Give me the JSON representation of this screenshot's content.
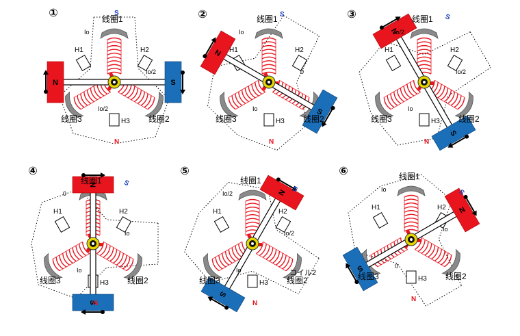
{
  "diagram": {
    "panels": [
      {
        "number": "①",
        "coil_labels": [
          "线圈1",
          "线圈3",
          "线圈2"
        ],
        "sensor_labels": [
          "H1",
          "H2",
          "H3"
        ],
        "magnet_a": "N",
        "magnet_b": "S",
        "current_labels": [
          "Io",
          "Io/2",
          "Io/2"
        ],
        "field_labels": [
          "S",
          "N"
        ]
      },
      {
        "number": "②",
        "coil_labels": [
          "线圈1",
          "线圈3",
          "线圈2"
        ],
        "sensor_labels": [
          "H1",
          "H2",
          "H3"
        ],
        "magnet_a": "N",
        "magnet_b": "S",
        "current_labels": [
          "Io",
          "Io",
          "0"
        ],
        "field_labels": [
          "S",
          "N"
        ]
      },
      {
        "number": "③",
        "coil_labels": [
          "线圈1",
          "线圈3",
          "线圈2"
        ],
        "sensor_labels": [
          "H1",
          "H2",
          "H3"
        ],
        "magnet_a": "N",
        "magnet_b": "S",
        "current_labels": [
          "Io/2",
          "Io",
          "Io/2"
        ],
        "field_labels": [
          "S",
          "N"
        ]
      },
      {
        "number": "④",
        "coil_labels": [
          "线圈1",
          "线圈3",
          "线圈2"
        ],
        "sensor_labels": [
          "H1",
          "H2",
          "H3"
        ],
        "magnet_a": "N",
        "magnet_b": "S",
        "current_labels": [
          "0",
          "Io",
          "Io"
        ],
        "field_labels": [
          "S",
          "N"
        ]
      },
      {
        "number": "⑤",
        "coil_labels": [
          "线圈1",
          "线圈3",
          "线圈2"
        ],
        "sensor_labels": [
          "H1",
          "H2",
          "H3"
        ],
        "magnet_a": "N",
        "magnet_b": "S",
        "current_labels": [
          "Io/2",
          "Io",
          "Io/2"
        ],
        "field_labels": [
          "S",
          "N"
        ],
        "extra_label": "コイル2"
      },
      {
        "number": "⑥",
        "coil_labels": [
          "线圈1",
          "线圈3",
          "线圈2"
        ],
        "sensor_labels": [
          "H1",
          "H2",
          "H3"
        ],
        "magnet_a": "N",
        "magnet_b": "S",
        "current_labels": [
          "Io",
          "0",
          "Io"
        ],
        "field_labels": [
          "S",
          "N"
        ]
      }
    ],
    "colors": {
      "north": "#e8141e",
      "south": "#1a6fb8",
      "coil": "#e8141e",
      "current_marker": "#e8141e",
      "bolt_ring": "#e6d600",
      "core_grey": "#8a8a8a",
      "field_label_blue": "#1a3fb8",
      "field_label_red": "#e8141e"
    }
  }
}
